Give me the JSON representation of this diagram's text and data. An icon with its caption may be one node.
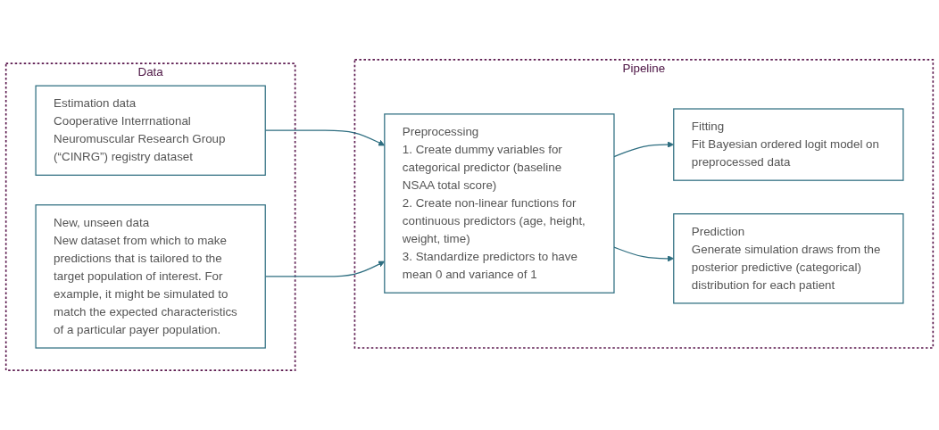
{
  "diagram": {
    "nodes": [
      {
        "text": [
          "Data"
        ]
      },
      {
        "text": [
          "Estimation data",
          "Cooperative Interrnational Neuromuscular Research Group (“CINRG”) registry dataset"
        ],
        "in": 0
      },
      {
        "text": [
          "New, unseen data",
          "New dataset from which to make predictions that is tailored to the target population of interest. For example, it might be simulated to match the expected characteristics of a particular payer population."
        ],
        "in": 0
      },
      {
        "text": [
          "Pipeline"
        ]
      },
      {
        "text": [
          "Preprocessing",
          "1. Create dummy variables for categorical predictor (baseline NSAA total score)",
          "2. Create non-linear functions for continuous predictors (age, height, weight, time)",
          "3. Standardize predictors to have mean 0 and variance of 1"
        ],
        "in": 3
      },
      {
        "text": [
          "Fitting",
          "Fit Bayesian ordered logit model on preprocessed data"
        ],
        "in": 3
      },
      {
        "text": [
          "Prediction",
          "Generate simulation draws from the posterior predictive (categorical) distribution for each patient"
        ],
        "in": 3
      }
    ],
    "edges": [
      {
        "from": 1,
        "to": 4,
        "arrow": "to"
      },
      {
        "from": 2,
        "to": 4,
        "arrow": "to"
      },
      {
        "from": 4,
        "to": 5,
        "arrow": "to"
      },
      {
        "from": 4,
        "to": 6,
        "arrow": "to"
      }
    ]
  }
}
